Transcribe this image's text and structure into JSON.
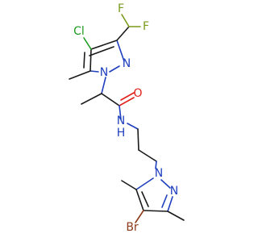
{
  "atoms": {
    "cl": {
      "label": "Cl",
      "color": "#1e9b1e"
    },
    "f1": {
      "label": "F",
      "color": "#7a9a1a"
    },
    "f2": {
      "label": "F",
      "color": "#7a9a1a"
    },
    "n1": {
      "label": "N",
      "color": "#1f3fbf"
    },
    "n2": {
      "label": "N",
      "color": "#1f3fbf"
    },
    "o": {
      "label": "O",
      "color": "#e0201b"
    },
    "nh": {
      "label": "N",
      "color": "#1f3fbf"
    },
    "h": {
      "label": "H",
      "color": "#1f3fbf"
    },
    "n3": {
      "label": "N",
      "color": "#1f3fbf"
    },
    "n4": {
      "label": "N",
      "color": "#1f3fbf"
    },
    "br": {
      "label": "Br",
      "color": "#8b3a1a"
    }
  }
}
